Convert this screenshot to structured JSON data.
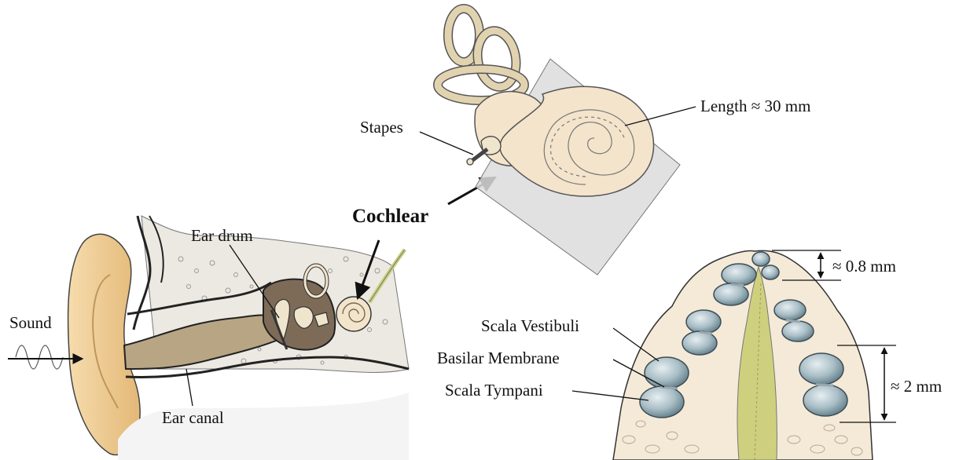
{
  "labels": {
    "sound": "Sound",
    "ear_drum": "Ear drum",
    "ear_canal": "Ear canal",
    "cochlear": "Cochlear",
    "stapes": "Stapes",
    "length": "Length ≈ 30 mm",
    "height_top": "≈ 0.8 mm",
    "height_bottom": "≈ 2 mm",
    "scala_vestibuli": "Scala Vestibuli",
    "basilar_membrane": "Basilar Membrane",
    "scala_tympani": "Scala Tympani"
  },
  "colors": {
    "skin": "#f0d29c",
    "skin_dark": "#d9ae6e",
    "bone": "#e9e6df",
    "canal": "#b9a888",
    "cochlea_fill": "#f4e6cf",
    "tube": "#e6d8b9",
    "chamber": "#7f9aa6",
    "chamber_light": "#cfdde2",
    "plate": "#dcdcdc",
    "nerve": "#d6dc8e"
  }
}
